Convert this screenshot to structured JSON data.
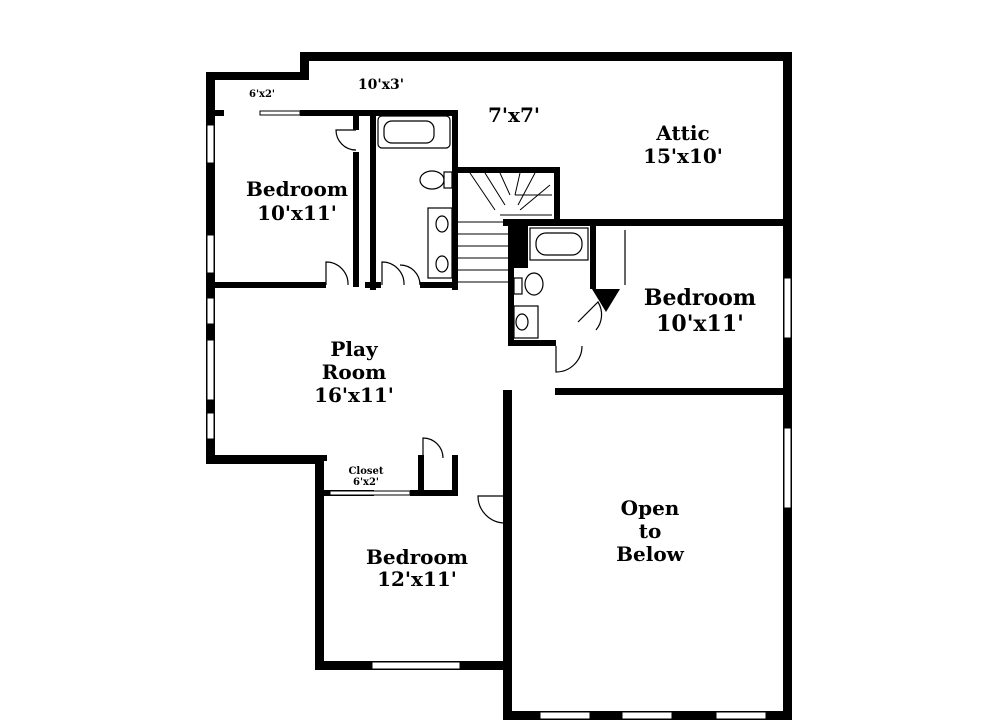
{
  "rooms": {
    "closet_top": {
      "size": "6'x2'"
    },
    "attic_landing": {
      "size": "10'x3'"
    },
    "hall": {
      "size": "7'x7'"
    },
    "attic": {
      "name": "Attic",
      "size": "15'x10'"
    },
    "bedroom_nw": {
      "name": "Bedroom",
      "size": "10'x11'"
    },
    "bedroom_e": {
      "name": "Bedroom",
      "size": "10'x11'"
    },
    "play_room": {
      "line1": "Play",
      "line2": "Room",
      "size": "16'x11'"
    },
    "closet_bottom": {
      "name": "Closet",
      "size": "6'x2'"
    },
    "bedroom_s": {
      "name": "Bedroom",
      "size": "12'x11'"
    },
    "open_below": {
      "line1": "Open",
      "line2": "to",
      "line3": "Below"
    }
  }
}
